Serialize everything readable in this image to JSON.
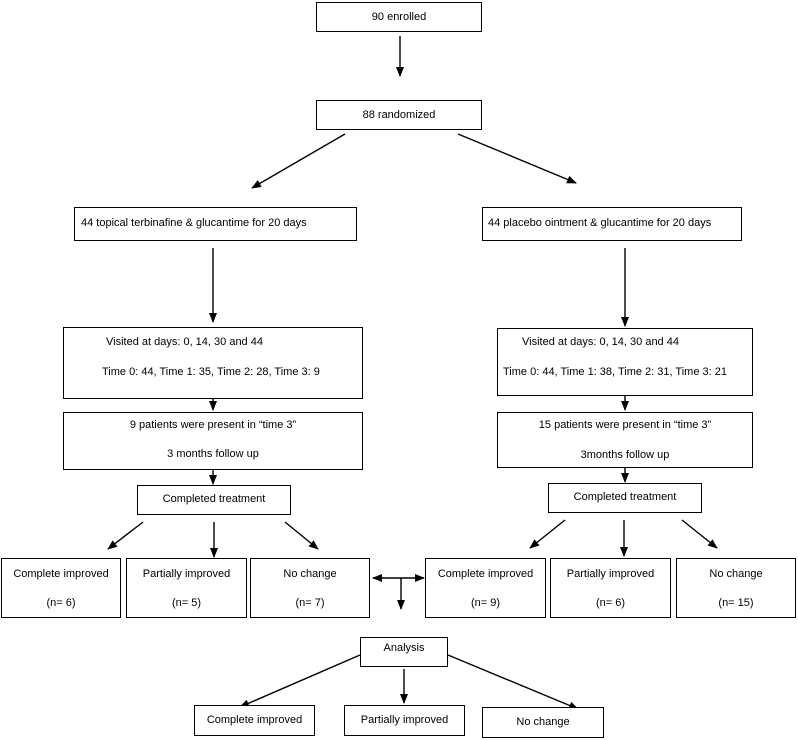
{
  "enrolled": "90 enrolled",
  "randomized": "88 randomized",
  "left_arm": {
    "label": "44 topical terbinafine & glucantime for 20 days",
    "visits_title": "Visited at days: 0, 14, 30 and 44",
    "visits_times": "Time 0: 44, Time 1: 35, Time 2: 28, Time 3: 9",
    "present": "9 patients were present in “time 3”",
    "followup": "3 months follow up",
    "completed": "Completed treatment",
    "outcomes": [
      {
        "label": "Complete improved",
        "n": "(n= 6)"
      },
      {
        "label": "Partially improved",
        "n": "(n= 5)"
      },
      {
        "label": "No change",
        "n": "(n= 7)"
      }
    ]
  },
  "right_arm": {
    "label": "44 placebo ointment & glucantime for 20 days",
    "visits_title": "Visited at days: 0, 14, 30 and 44",
    "visits_times": "Time 0: 44, Time 1: 38, Time 2: 31, Time 3: 21",
    "present": "15 patients were present in “time 3”",
    "followup": "3months follow up",
    "completed": "Completed treatment",
    "outcomes": [
      {
        "label": "Complete improved",
        "n": "(n= 9)"
      },
      {
        "label": "Partially improved",
        "n": "(n= 6)"
      },
      {
        "label": "No change",
        "n": "(n= 15)"
      }
    ]
  },
  "analysis": {
    "label": "Analysis",
    "outcomes": [
      "Complete improved",
      "Partially improved",
      "No change"
    ]
  }
}
